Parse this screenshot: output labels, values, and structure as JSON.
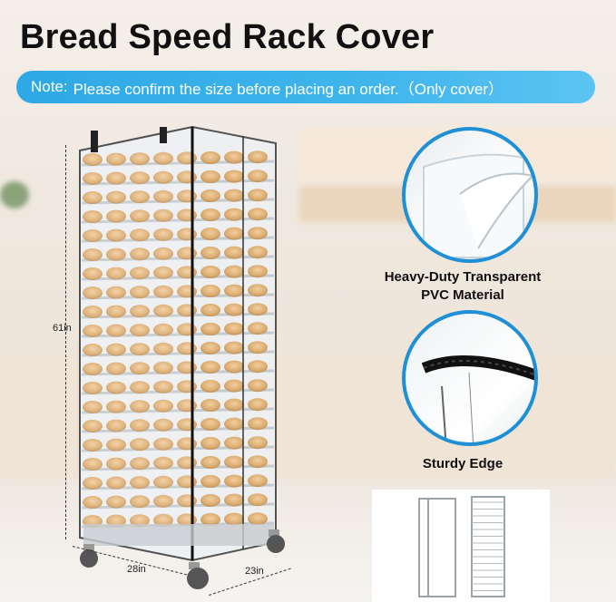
{
  "title": "Bread Speed Rack Cover",
  "note": {
    "label": "Note:",
    "text": "Please confirm the size before placing an order.（Only cover）"
  },
  "dimensions": {
    "height": "61in",
    "width": "28in",
    "depth": "23in"
  },
  "features": [
    {
      "label_line1": "Heavy-Duty Transparent",
      "label_line2": "PVC Material",
      "icon": "pvc-sheet-icon"
    },
    {
      "label": "Sturdy Edge",
      "icon": "edge-binding-icon"
    }
  ],
  "colors": {
    "accent": "#1f8fd6",
    "note_bar": "#3fb5ec",
    "bread": "#d9a05a"
  }
}
